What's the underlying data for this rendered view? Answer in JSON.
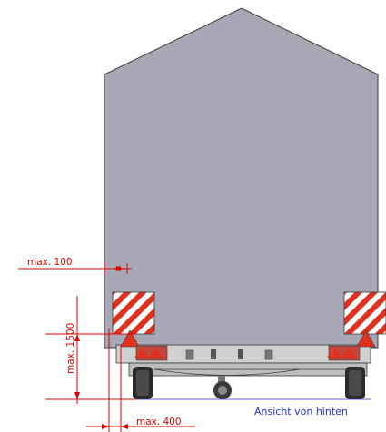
{
  "dimensions": {
    "top_overhang": "max. 100",
    "height": "max. 1500",
    "side_overhang": "max. 400"
  },
  "view_label": "Ansicht von hinten",
  "colors": {
    "body": "#a7a7b5",
    "outline": "#3a3a3a",
    "dimension": "#e10000",
    "label": "#2233cc",
    "warning_red": "#e0301e",
    "chassis": "#bdbdbd",
    "wheel": "#2b2b2b"
  }
}
